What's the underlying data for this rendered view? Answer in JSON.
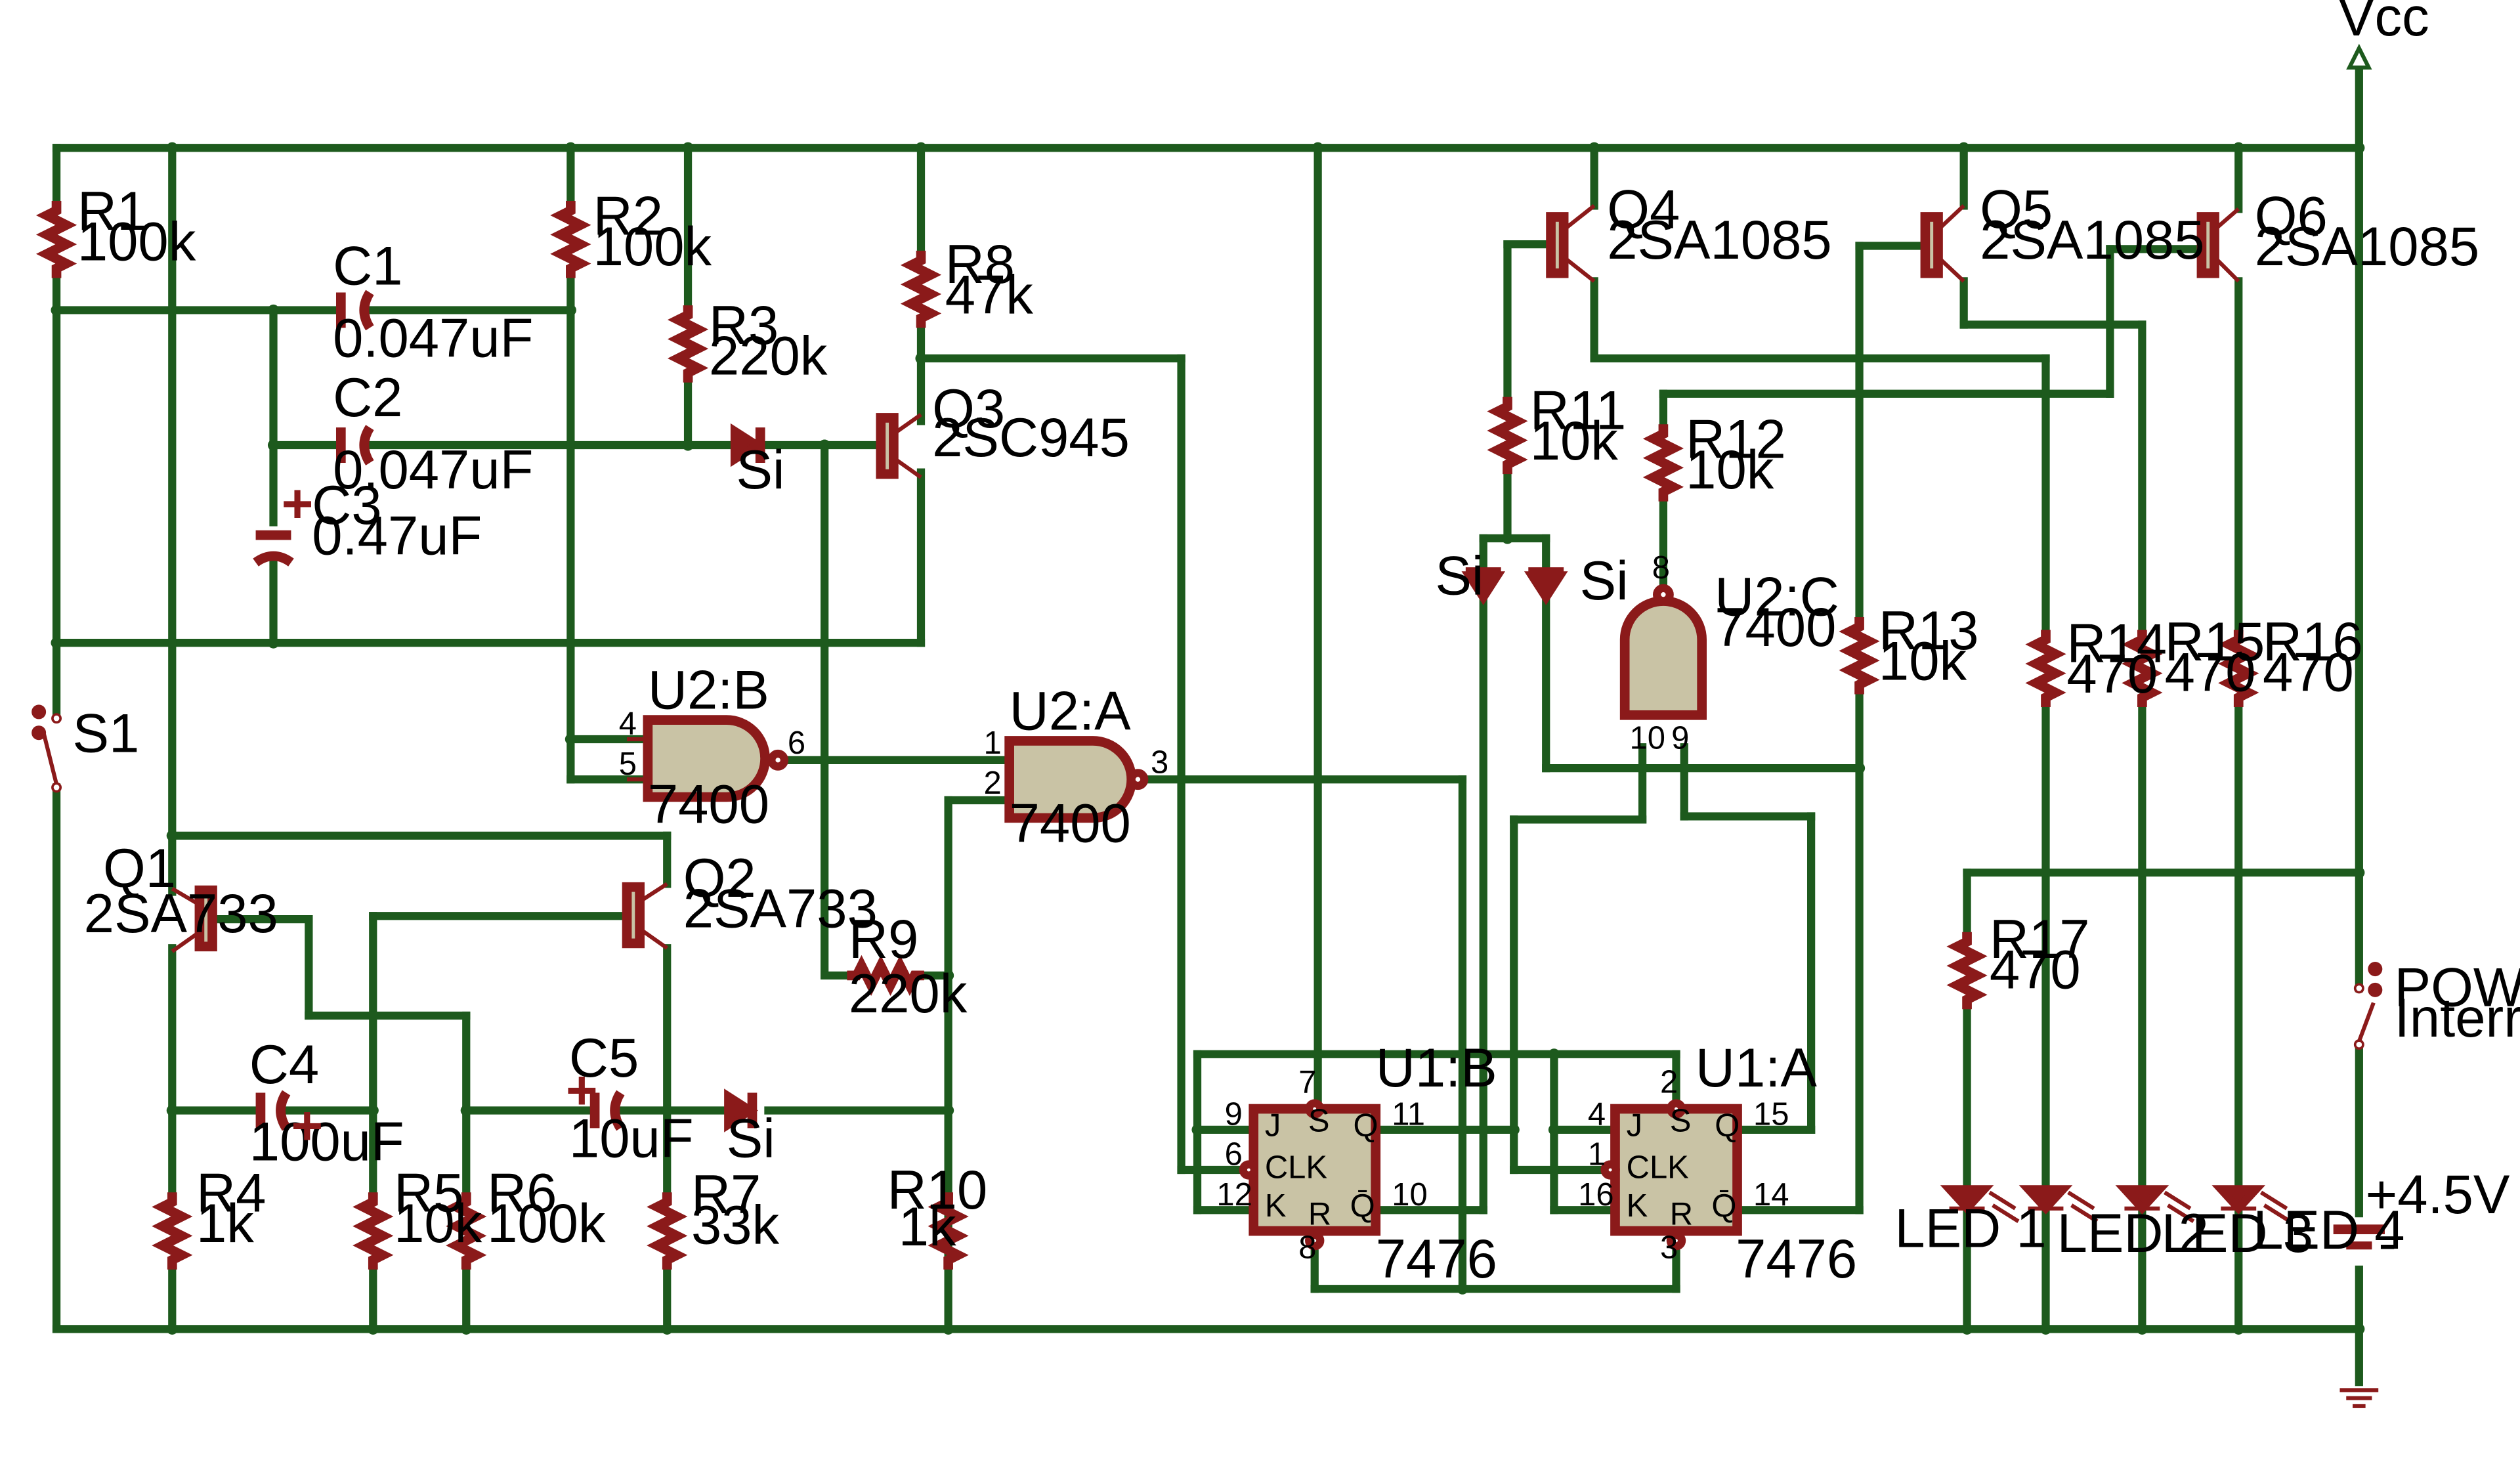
{
  "power": {
    "vcc": "Vcc",
    "battery": "+4.5V",
    "battery_minus": "-"
  },
  "resistors": {
    "r1": {
      "name": "R1",
      "value": "100k"
    },
    "r2": {
      "name": "R2",
      "value": "100k"
    },
    "r3": {
      "name": "R3",
      "value": "220k"
    },
    "r4": {
      "name": "R4",
      "value": "1k"
    },
    "r5": {
      "name": "R5",
      "value": "10k"
    },
    "r6": {
      "name": "R6",
      "value": "100k"
    },
    "r7": {
      "name": "R7",
      "value": "33k"
    },
    "r8": {
      "name": "R8",
      "value": "47k"
    },
    "r9": {
      "name": "R9",
      "value": "220k"
    },
    "r10": {
      "name": "R10",
      "value": "1k"
    },
    "r11": {
      "name": "R11",
      "value": "10k"
    },
    "r12": {
      "name": "R12",
      "value": "10k"
    },
    "r13": {
      "name": "R13",
      "value": "10k"
    },
    "r14": {
      "name": "R14",
      "value": "470"
    },
    "r15": {
      "name": "R15",
      "value": "470"
    },
    "r16": {
      "name": "R16",
      "value": "470"
    },
    "r17": {
      "name": "R17",
      "value": "470"
    }
  },
  "capacitors": {
    "c1": {
      "name": "C1",
      "value": "0.047uF"
    },
    "c2": {
      "name": "C2",
      "value": "0.047uF"
    },
    "c3": {
      "name": "C3",
      "value": "0.47uF"
    },
    "c4": {
      "name": "C4",
      "value": "100uF"
    },
    "c5": {
      "name": "C5",
      "value": "10uF"
    }
  },
  "polarity_plus": "+",
  "transistors": {
    "q1": {
      "name": "Q1",
      "part": "2SA733"
    },
    "q2": {
      "name": "Q2",
      "part": "2SA733"
    },
    "q3": {
      "name": "Q3",
      "part": "2SC945"
    },
    "q4": {
      "name": "Q4",
      "part": "2SA1085"
    },
    "q5": {
      "name": "Q5",
      "part": "2SA1085"
    },
    "q6": {
      "name": "Q6",
      "part": "2SA1085"
    }
  },
  "diode_label": "Si",
  "gates": {
    "u2a": {
      "name": "U2:A",
      "part": "7400",
      "pins": [
        "1",
        "2",
        "3"
      ]
    },
    "u2b": {
      "name": "U2:B",
      "part": "7400",
      "pins": [
        "4",
        "5",
        "6"
      ]
    },
    "u2c": {
      "name": "U2:C",
      "part": "7400",
      "pins": [
        "8",
        "10",
        "9"
      ]
    }
  },
  "flipflops": {
    "u1b": {
      "name": "U1:B",
      "part": "7476",
      "pins": {
        "j": "9",
        "clk": "6",
        "k": "12",
        "s": "7",
        "r": "8",
        "q": "11",
        "qbar": "10"
      }
    },
    "u1a": {
      "name": "U1:A",
      "part": "7476",
      "pins": {
        "j": "4",
        "clk": "1",
        "k": "16",
        "s": "2",
        "r": "3",
        "q": "15",
        "qbar": "14"
      }
    },
    "labels": {
      "j": "J",
      "clk": "CLK",
      "k": "K",
      "s": "S",
      "r": "R",
      "q": "Q",
      "qbar": "Q̄"
    }
  },
  "leds": [
    "LED 1",
    "LED 2",
    "LED 3",
    "LED 4"
  ],
  "switches": {
    "s1": "S1",
    "power": "POWER",
    "power_sub": "Interrupteur"
  },
  "colors": {
    "wire": "#1d5a1d",
    "component": "#8b1a1a",
    "chip_fill": "#c9c3a5"
  }
}
